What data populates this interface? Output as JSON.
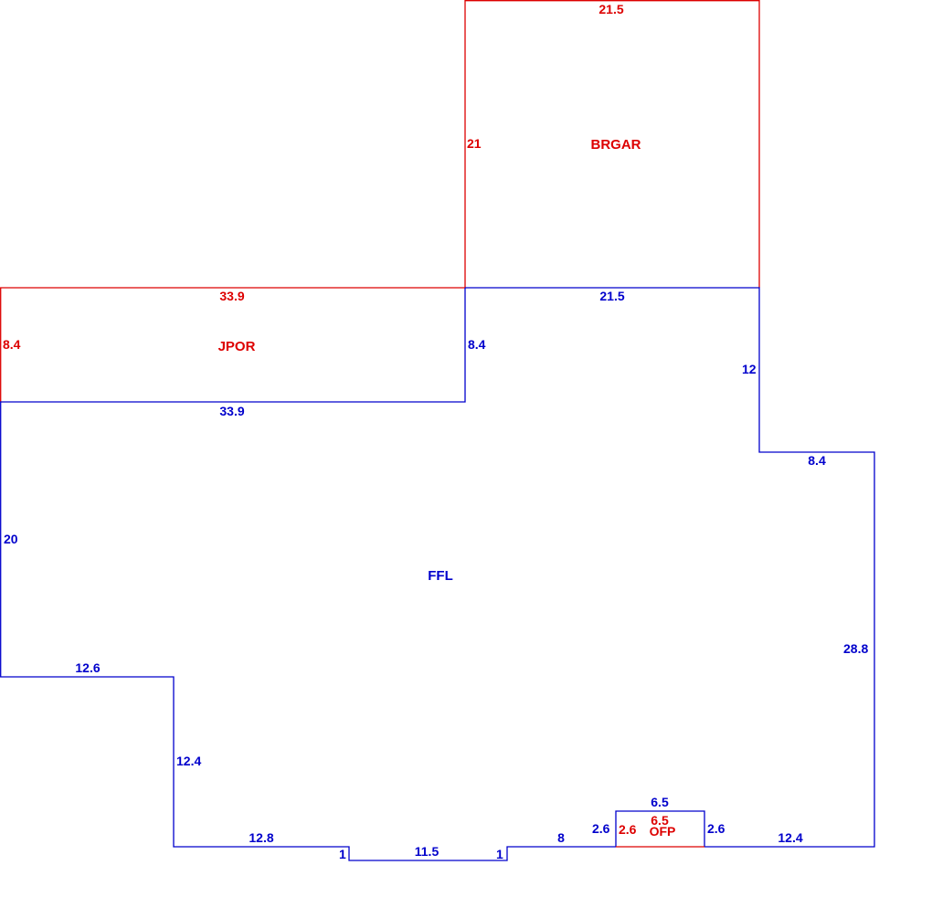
{
  "colors": {
    "living": "#0000CC",
    "other": "#DD0000"
  },
  "areas": {
    "brgar": {
      "name": "BRGAR",
      "dims": {
        "top": "21.5",
        "left": "21"
      }
    },
    "jpor": {
      "name": "JPOR",
      "dims": {
        "top": "33.9",
        "left": "8.4"
      }
    },
    "ffl": {
      "name": "FFL",
      "dims": {
        "top_right": "21.5",
        "garage_side": "12",
        "jog_top": "8.4",
        "right": "28.8",
        "bottom_right": "12.4",
        "ofp_right": "2.6",
        "ofp_top": "6.5",
        "ofp_left": "2.6",
        "bottom_mid": "8",
        "notch_right": "1",
        "notch_bottom": "11.5",
        "notch_left": "1",
        "bottom_left": "12.8",
        "left_jog_side": "12.4",
        "left_jog_top": "12.6",
        "left": "20",
        "porch_bottom": "33.9",
        "porch_right": "8.4"
      }
    },
    "ofp": {
      "name": "OFP",
      "dims": {
        "top": "6.5",
        "left": "2.6"
      }
    }
  }
}
